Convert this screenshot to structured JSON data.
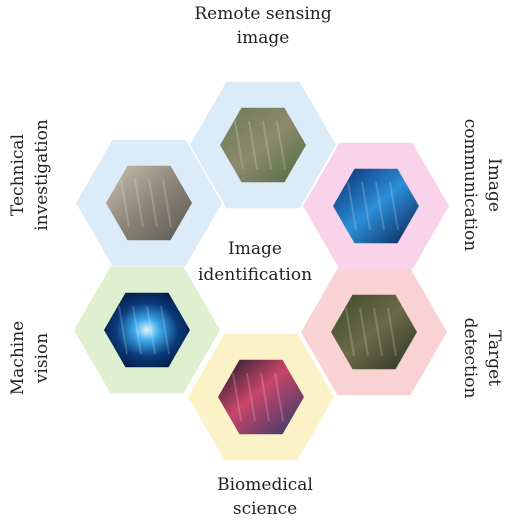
{
  "diagram": {
    "center": {
      "line1": "Image",
      "line2": "identification"
    },
    "nodes": [
      {
        "id": "remote-sensing",
        "label_lines": [
          "Remote sensing",
          "image"
        ],
        "fill": "#dcebf8",
        "picture": "aerial-map-photo"
      },
      {
        "id": "image-communication",
        "label_lines": [
          "Image",
          "communication"
        ],
        "fill": "#f8d3ea",
        "picture": "network-servers-photo"
      },
      {
        "id": "target-detection",
        "label_lines": [
          "Target",
          "detection"
        ],
        "fill": "#f9d3d3",
        "picture": "soldier-binoculars-photo"
      },
      {
        "id": "biomedical-science",
        "label_lines": [
          "Biomedical",
          "science"
        ],
        "fill": "#fbf2c8",
        "picture": "medical-scan-monitors-photo"
      },
      {
        "id": "machine-vision",
        "label_lines": [
          "Machine",
          "vision"
        ],
        "fill": "#def0cf",
        "picture": "digital-eye-photo"
      },
      {
        "id": "technical-investigation",
        "label_lines": [
          "Technical",
          "investigation"
        ],
        "fill": "#dcebf8",
        "picture": "computer-lab-photo"
      }
    ]
  }
}
